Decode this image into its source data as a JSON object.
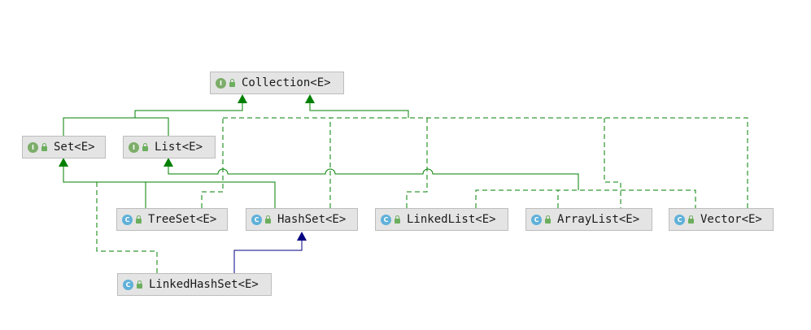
{
  "colors": {
    "extends": "#008000",
    "class_extends": "#000080",
    "implements_dashed": "#008000",
    "interface_icon": "#7cad69",
    "class_icon": "#5fb1d9"
  },
  "legend_kind": {
    "interface": "I",
    "class": "C"
  },
  "nodes": {
    "collection": {
      "label": "Collection<E>",
      "kind": "interface"
    },
    "set": {
      "label": "Set<E>",
      "kind": "interface"
    },
    "list": {
      "label": "List<E>",
      "kind": "interface"
    },
    "treeset": {
      "label": "TreeSet<E>",
      "kind": "class"
    },
    "hashset": {
      "label": "HashSet<E>",
      "kind": "class"
    },
    "linkedlist": {
      "label": "LinkedList<E>",
      "kind": "class"
    },
    "arraylist": {
      "label": "ArrayList<E>",
      "kind": "class"
    },
    "vector": {
      "label": "Vector<E>",
      "kind": "class"
    },
    "linkedhashset": {
      "label": "LinkedHashSet<E>",
      "kind": "class"
    }
  },
  "relations": [
    {
      "from": "Set<E>",
      "to": "Collection<E>",
      "type": "extends"
    },
    {
      "from": "List<E>",
      "to": "Collection<E>",
      "type": "extends"
    },
    {
      "from": "TreeSet<E>",
      "to": "Set<E>",
      "type": "implements"
    },
    {
      "from": "HashSet<E>",
      "to": "Set<E>",
      "type": "implements"
    },
    {
      "from": "LinkedHashSet<E>",
      "to": "Set<E>",
      "type": "implements"
    },
    {
      "from": "LinkedHashSet<E>",
      "to": "HashSet<E>",
      "type": "extends"
    },
    {
      "from": "LinkedList<E>",
      "to": "List<E>",
      "type": "implements"
    },
    {
      "from": "ArrayList<E>",
      "to": "List<E>",
      "type": "implements"
    },
    {
      "from": "Vector<E>",
      "to": "List<E>",
      "type": "implements"
    },
    {
      "from": "TreeSet<E>",
      "to": "Collection<E>",
      "type": "implements"
    },
    {
      "from": "HashSet<E>",
      "to": "Collection<E>",
      "type": "implements"
    },
    {
      "from": "LinkedList<E>",
      "to": "Collection<E>",
      "type": "implements"
    },
    {
      "from": "ArrayList<E>",
      "to": "Collection<E>",
      "type": "implements"
    },
    {
      "from": "Vector<E>",
      "to": "Collection<E>",
      "type": "implements"
    }
  ]
}
